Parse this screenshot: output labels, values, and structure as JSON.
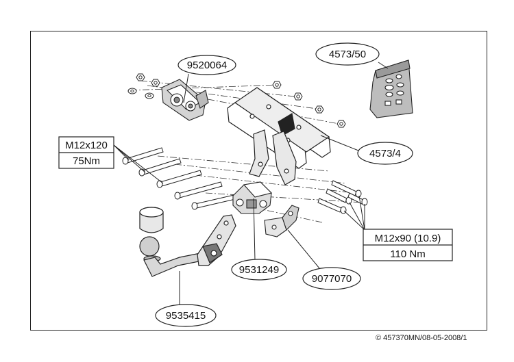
{
  "labels": {
    "hitch_bracket": "9520064",
    "wiring_kit": "4573/50",
    "crossbar": "4573/4",
    "bolt_m12x120": "M12x120",
    "torque_m12x120": "75Nm",
    "bolt_m12x90": "M12x90 (10.9)",
    "torque_m12x90": "110 Nm",
    "ball_mount_holder": "9531249",
    "lock_plate": "9077070",
    "tow_ball": "9535415"
  },
  "footer": {
    "copyright": "© 457370MN/08-05-2008/1"
  }
}
